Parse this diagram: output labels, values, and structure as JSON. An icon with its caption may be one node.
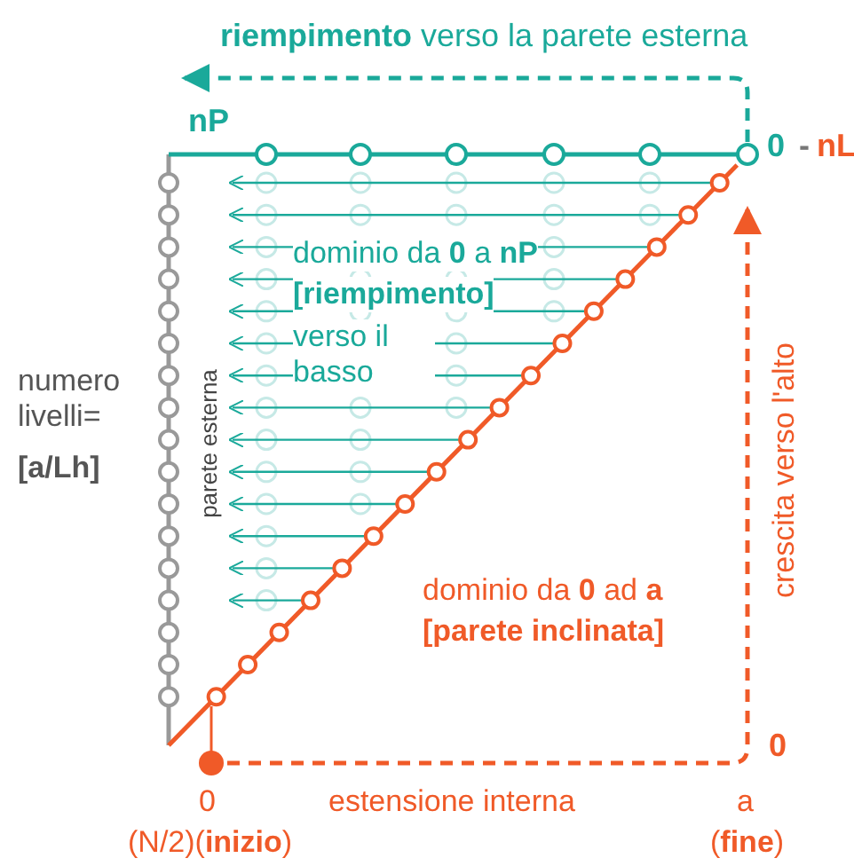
{
  "diagram": {
    "labels": [
      "**riempimento** verso la parete esterna",
      "nP",
      "0",
      "-",
      "nL",
      "dominio da **0** a **nP**",
      "[riempimento]",
      "verso il basso",
      "numero livelli=",
      "[a/Lh]",
      "parete esterna",
      "crescita verso l'alto",
      "dominio da **0** ad **a**",
      "[parete inclinata]",
      "0",
      "0",
      "estensione interna",
      "a",
      "(N/2)(**inizio**)",
      "(**fine**)"
    ]
  }
}
